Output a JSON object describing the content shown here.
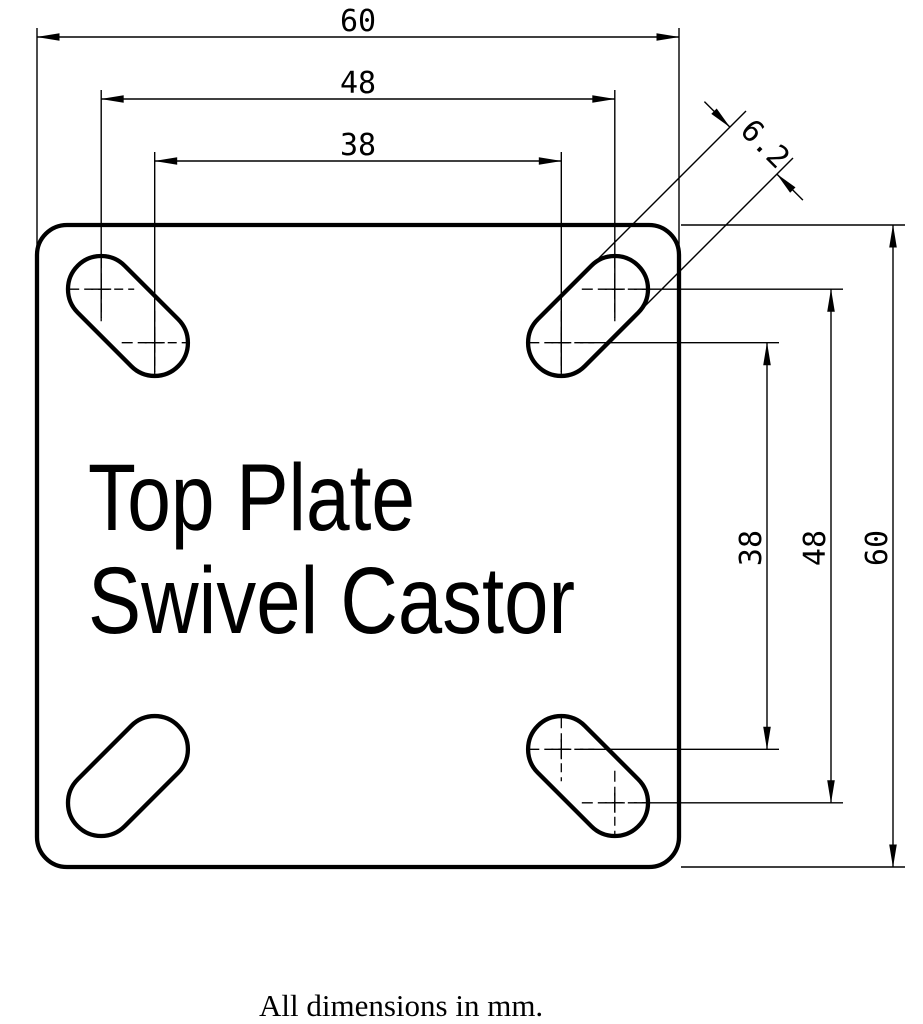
{
  "page": {
    "background": "#ffffff",
    "ink_color": "#000000"
  },
  "drawing": {
    "title": {
      "line1": "Top Plate",
      "line2": "Swivel Castor"
    },
    "caption": "All dimensions in mm.",
    "dimensions": {
      "top_overall_width": "60",
      "top_outer_hole_pitch": "48",
      "top_inner_hole_pitch": "38",
      "right_inner_hole_pitch": "38",
      "right_outer_hole_pitch": "48",
      "right_overall_height": "60",
      "slot_width": "6.2"
    },
    "plate_spec": {
      "units": "mm",
      "overall_width_mm": 60,
      "overall_height_mm": 60,
      "hole_pitch_outer_mm": 48,
      "hole_pitch_inner_mm": 38,
      "slot_width_mm": 6.2,
      "slot_count": 4
    }
  }
}
